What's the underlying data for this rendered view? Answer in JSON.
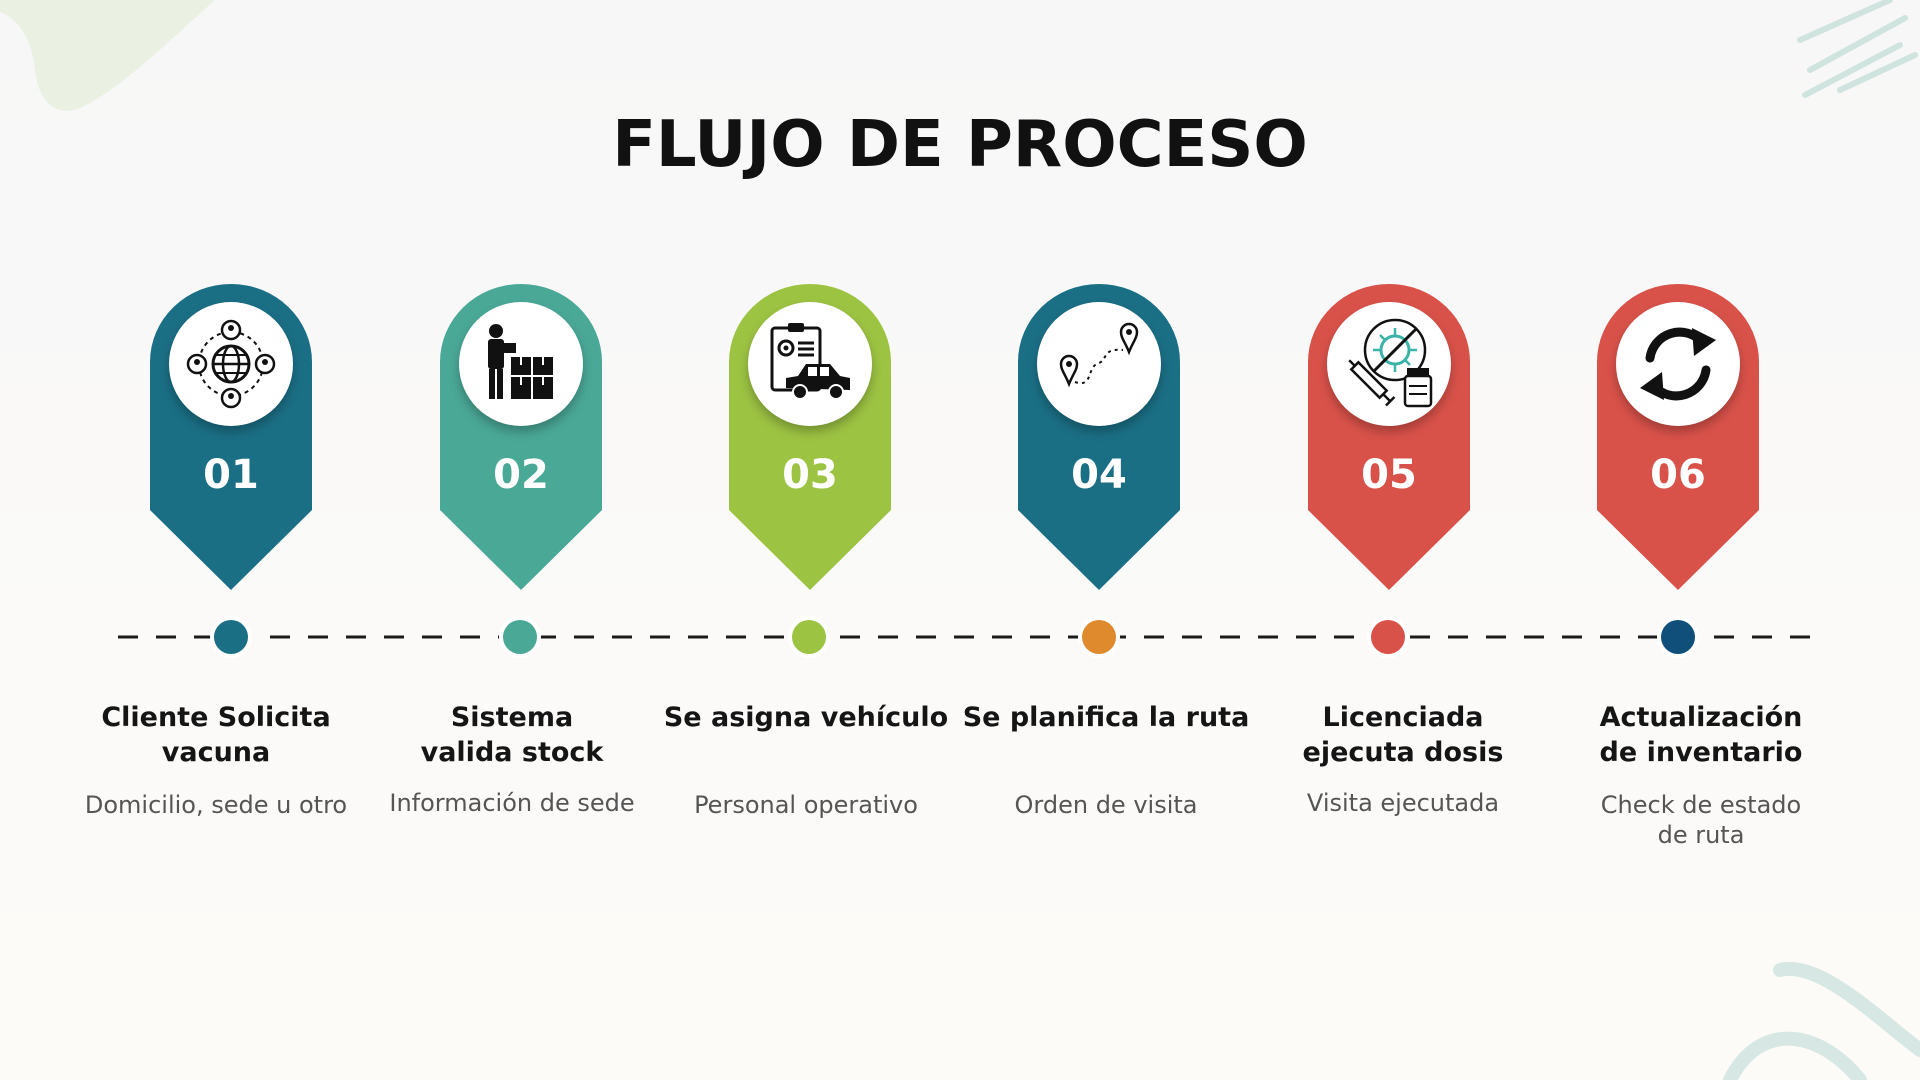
{
  "title": "FLUJO DE PROCESO",
  "colors": {
    "teal_dark": "#1b6f85",
    "teal_green": "#4aa897",
    "lime": "#9dc343",
    "red": "#d9524a",
    "orange": "#e08a2e",
    "navy": "#0f4f7a"
  },
  "steps": [
    {
      "number": "01",
      "label": "Cliente Solicita vacuna",
      "description": "Domicilio, sede u otro",
      "icon": "global-network-icon",
      "pin_color": "#1b6f85",
      "dot_color": "#1b6f85"
    },
    {
      "number": "02",
      "label": "Sistema valida stock",
      "description": "Información de sede",
      "icon": "warehouse-worker-icon",
      "pin_color": "#4aa897",
      "dot_color": "#4aa897"
    },
    {
      "number": "03",
      "label": "Se asigna vehículo",
      "description": "Personal operativo",
      "icon": "vehicle-assignment-icon",
      "pin_color": "#9dc343",
      "dot_color": "#9dc343"
    },
    {
      "number": "04",
      "label": "Se planifica la ruta",
      "description": "Orden de visita",
      "icon": "route-map-icon",
      "pin_color": "#1b6f85",
      "dot_color": "#e08a2e"
    },
    {
      "number": "05",
      "label": "Licenciada ejecuta dosis",
      "description": "Visita ejecutada",
      "icon": "vaccine-syringe-icon",
      "pin_color": "#d9524a",
      "dot_color": "#d9524a"
    },
    {
      "number": "06",
      "label": "Actualización de inventario",
      "description": "Check de estado de ruta",
      "icon": "refresh-cycle-icon",
      "pin_color": "#d9524a",
      "dot_color": "#0f4f7a"
    }
  ]
}
